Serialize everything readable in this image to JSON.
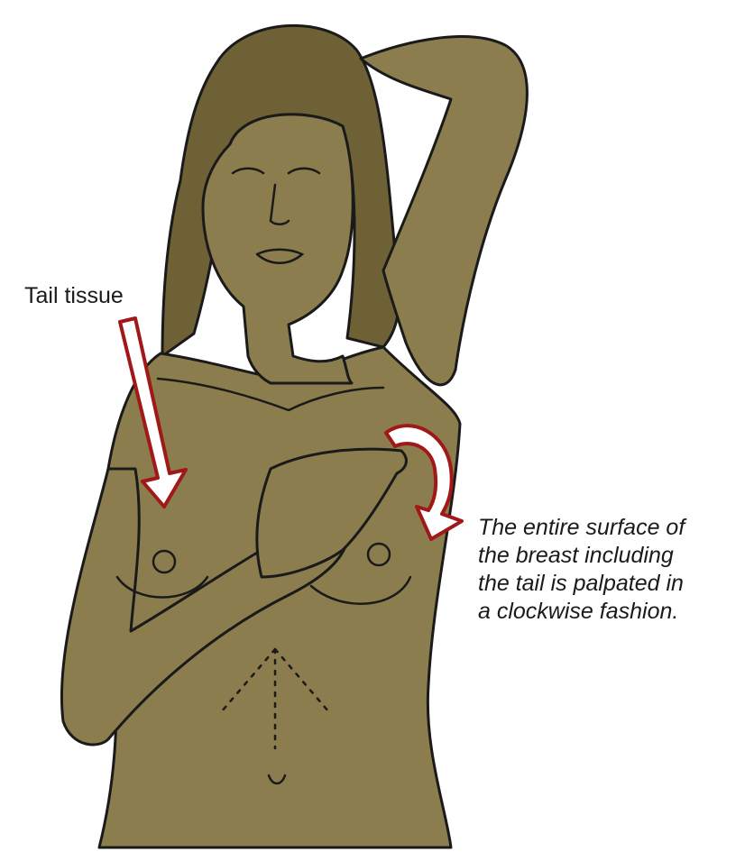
{
  "labels": {
    "tail_tissue": "Tail tissue",
    "caption_lines": [
      "The entire surface of",
      "the breast including",
      "the tail is palpated in",
      "a clockwise fashion."
    ]
  },
  "colors": {
    "skin": "#8b7d4d",
    "hair": "#6f6136",
    "outline": "#1a1a1a",
    "arrow_outline": "#a01818",
    "arrow_fill": "#ffffff",
    "background": "#ffffff"
  },
  "icons": {
    "tail_arrow": "straight-down-arrow",
    "palpation_arrow": "clockwise-curved-arrow"
  }
}
